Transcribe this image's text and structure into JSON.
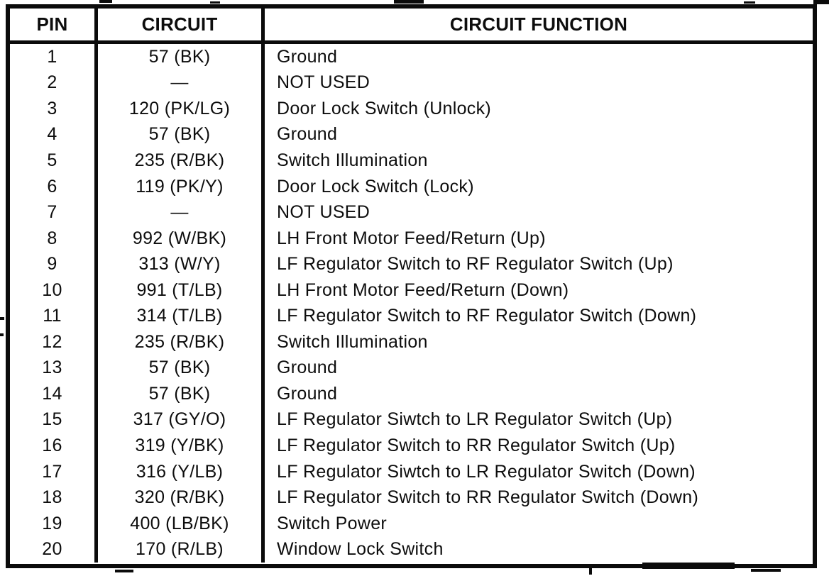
{
  "table": {
    "headers": [
      "PIN",
      "CIRCUIT",
      "CIRCUIT FUNCTION"
    ],
    "rows": [
      {
        "pin": "1",
        "circuit": "57 (BK)",
        "function": "Ground"
      },
      {
        "pin": "2",
        "circuit": "—",
        "function": "NOT USED"
      },
      {
        "pin": "3",
        "circuit": "120 (PK/LG)",
        "function": "Door Lock Switch (Unlock)"
      },
      {
        "pin": "4",
        "circuit": "57 (BK)",
        "function": "Ground"
      },
      {
        "pin": "5",
        "circuit": "235 (R/BK)",
        "function": "Switch Illumination"
      },
      {
        "pin": "6",
        "circuit": "119 (PK/Y)",
        "function": "Door Lock Switch (Lock)"
      },
      {
        "pin": "7",
        "circuit": "—",
        "function": "NOT USED"
      },
      {
        "pin": "8",
        "circuit": "992 (W/BK)",
        "function": "LH Front Motor Feed/Return (Up)"
      },
      {
        "pin": "9",
        "circuit": "313 (W/Y)",
        "function": "LF Regulator Switch to RF Regulator Switch (Up)"
      },
      {
        "pin": "10",
        "circuit": "991 (T/LB)",
        "function": "LH Front Motor Feed/Return (Down)"
      },
      {
        "pin": "11",
        "circuit": "314 (T/LB)",
        "function": "LF Regulator Switch to RF Regulator Switch (Down)"
      },
      {
        "pin": "12",
        "circuit": "235 (R/BK)",
        "function": "Switch Illumination"
      },
      {
        "pin": "13",
        "circuit": "57 (BK)",
        "function": "Ground"
      },
      {
        "pin": "14",
        "circuit": "57 (BK)",
        "function": "Ground"
      },
      {
        "pin": "15",
        "circuit": "317 (GY/O)",
        "function": "LF Regulator Siwtch to LR Regulator Switch (Up)"
      },
      {
        "pin": "16",
        "circuit": "319 (Y/BK)",
        "function": "LF Regulator Switch to RR Regulator Switch (Up)"
      },
      {
        "pin": "17",
        "circuit": "316 (Y/LB)",
        "function": "LF Regulator Siwtch to LR Regulator Switch (Down)"
      },
      {
        "pin": "18",
        "circuit": "320 (R/BK)",
        "function": "LF Regulator Switch to RR Regulator Switch (Down)"
      },
      {
        "pin": "19",
        "circuit": "400 (LB/BK)",
        "function": "Switch Power"
      },
      {
        "pin": "20",
        "circuit": "170 (R/LB)",
        "function": "Window Lock Switch"
      }
    ]
  },
  "colors": {
    "ink": "#0b0b0b",
    "paper": "#ffffff"
  }
}
